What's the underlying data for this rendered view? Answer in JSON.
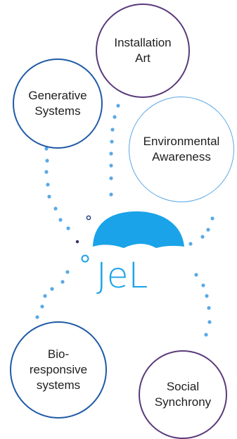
{
  "nodes": [
    {
      "id": "installation",
      "label": "Installation\nArt",
      "color": "#5a3a7a"
    },
    {
      "id": "generative",
      "label": "Generative\nSystems",
      "color": "#1f5aa6"
    },
    {
      "id": "environmental",
      "label": "Environmental\nAwareness",
      "color": "#5aa7e6"
    },
    {
      "id": "bio",
      "label": "Bio-\nresponsive\nsystems",
      "color": "#1f5aa6"
    },
    {
      "id": "social",
      "label": "Social\nSynchrony",
      "color": "#5a3a7a"
    }
  ],
  "logo": {
    "text": "JeL",
    "color": "#1aa3e8"
  },
  "colors": {
    "dot": "#5aa9e6",
    "accent_dot": "#3a2a6a"
  }
}
